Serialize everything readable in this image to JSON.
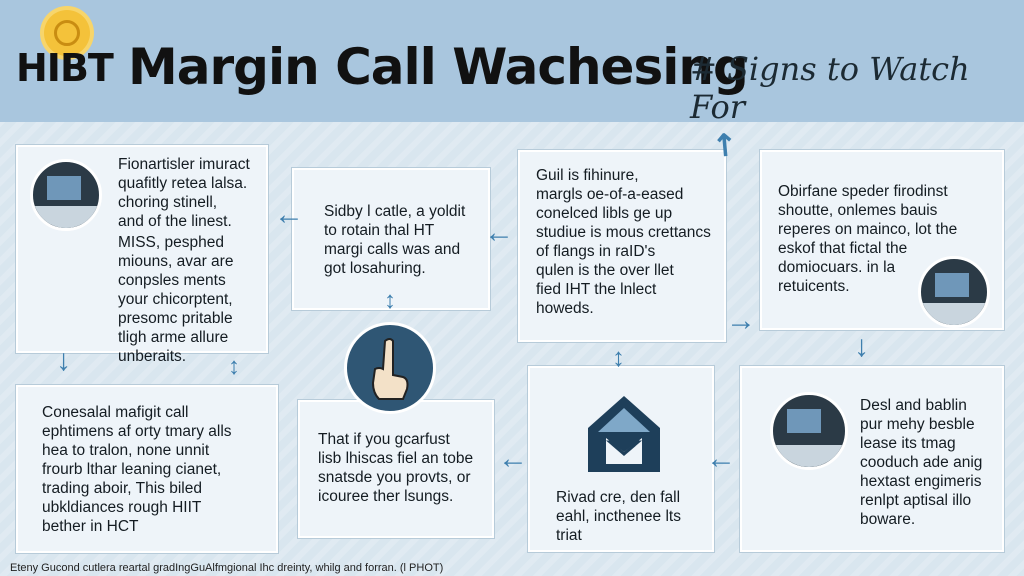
{
  "header": {
    "brand": "HIBT",
    "title": "Margin Call Wachesing",
    "subtitle": "# Signs to Watch For"
  },
  "cards": {
    "c1": {
      "lines": [
        "Fionartisler imuract",
        "quafitly retea lalsa.",
        "choring stinell,",
        "and of the linest.",
        "MISS, pesphed",
        "miouns, avar are",
        "conpsles ments",
        "your chicorptent,",
        "presomc pritable",
        "tligh arme allure",
        "unberaits."
      ]
    },
    "c2": {
      "lines": [
        "Sidby l catle, a yoldit",
        "to rotain thal HT",
        "margi calls was and",
        "got losahuring."
      ]
    },
    "c3": {
      "lines": [
        "Guil is fihinure,",
        "margls oe-of-a-eased",
        "conelced libls ge up",
        "studiue is mous crettancs",
        "of flangs in raID's",
        "qulen is the over llet",
        "fied IHT the lnlect",
        "howeds."
      ]
    },
    "c4": {
      "lines": [
        "Obirfane speder firodinst",
        "shoutte, onlemes bauis",
        "reperes on mainco, lot the",
        "eskof that fictal the",
        "domiocuars. in la",
        "retuicents."
      ]
    },
    "c5": {
      "lines": [
        "Conesalal mafigit call",
        "ephtimens af orty tmary alls",
        "hea to tralon, none unnit",
        "frourb lthar leaning cianet,",
        "trading aboir, This biled",
        "ubkldiances rough HIIT",
        "bether in HCT"
      ]
    },
    "c6": {
      "lines": [
        "That if you gcarfust",
        "lisb lhiscas fiel an tobe",
        "snatsde you provts, or",
        "icouree ther lsungs."
      ]
    },
    "c7": {
      "lines": [
        "Rivad cre, den fall",
        "eahl, incthenee lts",
        "triat"
      ]
    },
    "c8": {
      "lines": [
        "Desl and bablin",
        "pur mehy besble",
        "lease its tmag",
        "cooduch ade anig",
        "hextast engimeris",
        "renlpt aptisal illo",
        "boware."
      ]
    }
  },
  "footer": {
    "text": "Eteny Gucond cutlera reartal gradIngGuAlfmgional Ihc dreinty, whilg and forran. (l PHOT)"
  },
  "colors": {
    "header": "#a9c6de",
    "background": "#d9e6ef",
    "arrow": "#3e7fae",
    "icon_dark": "#2f5674"
  }
}
